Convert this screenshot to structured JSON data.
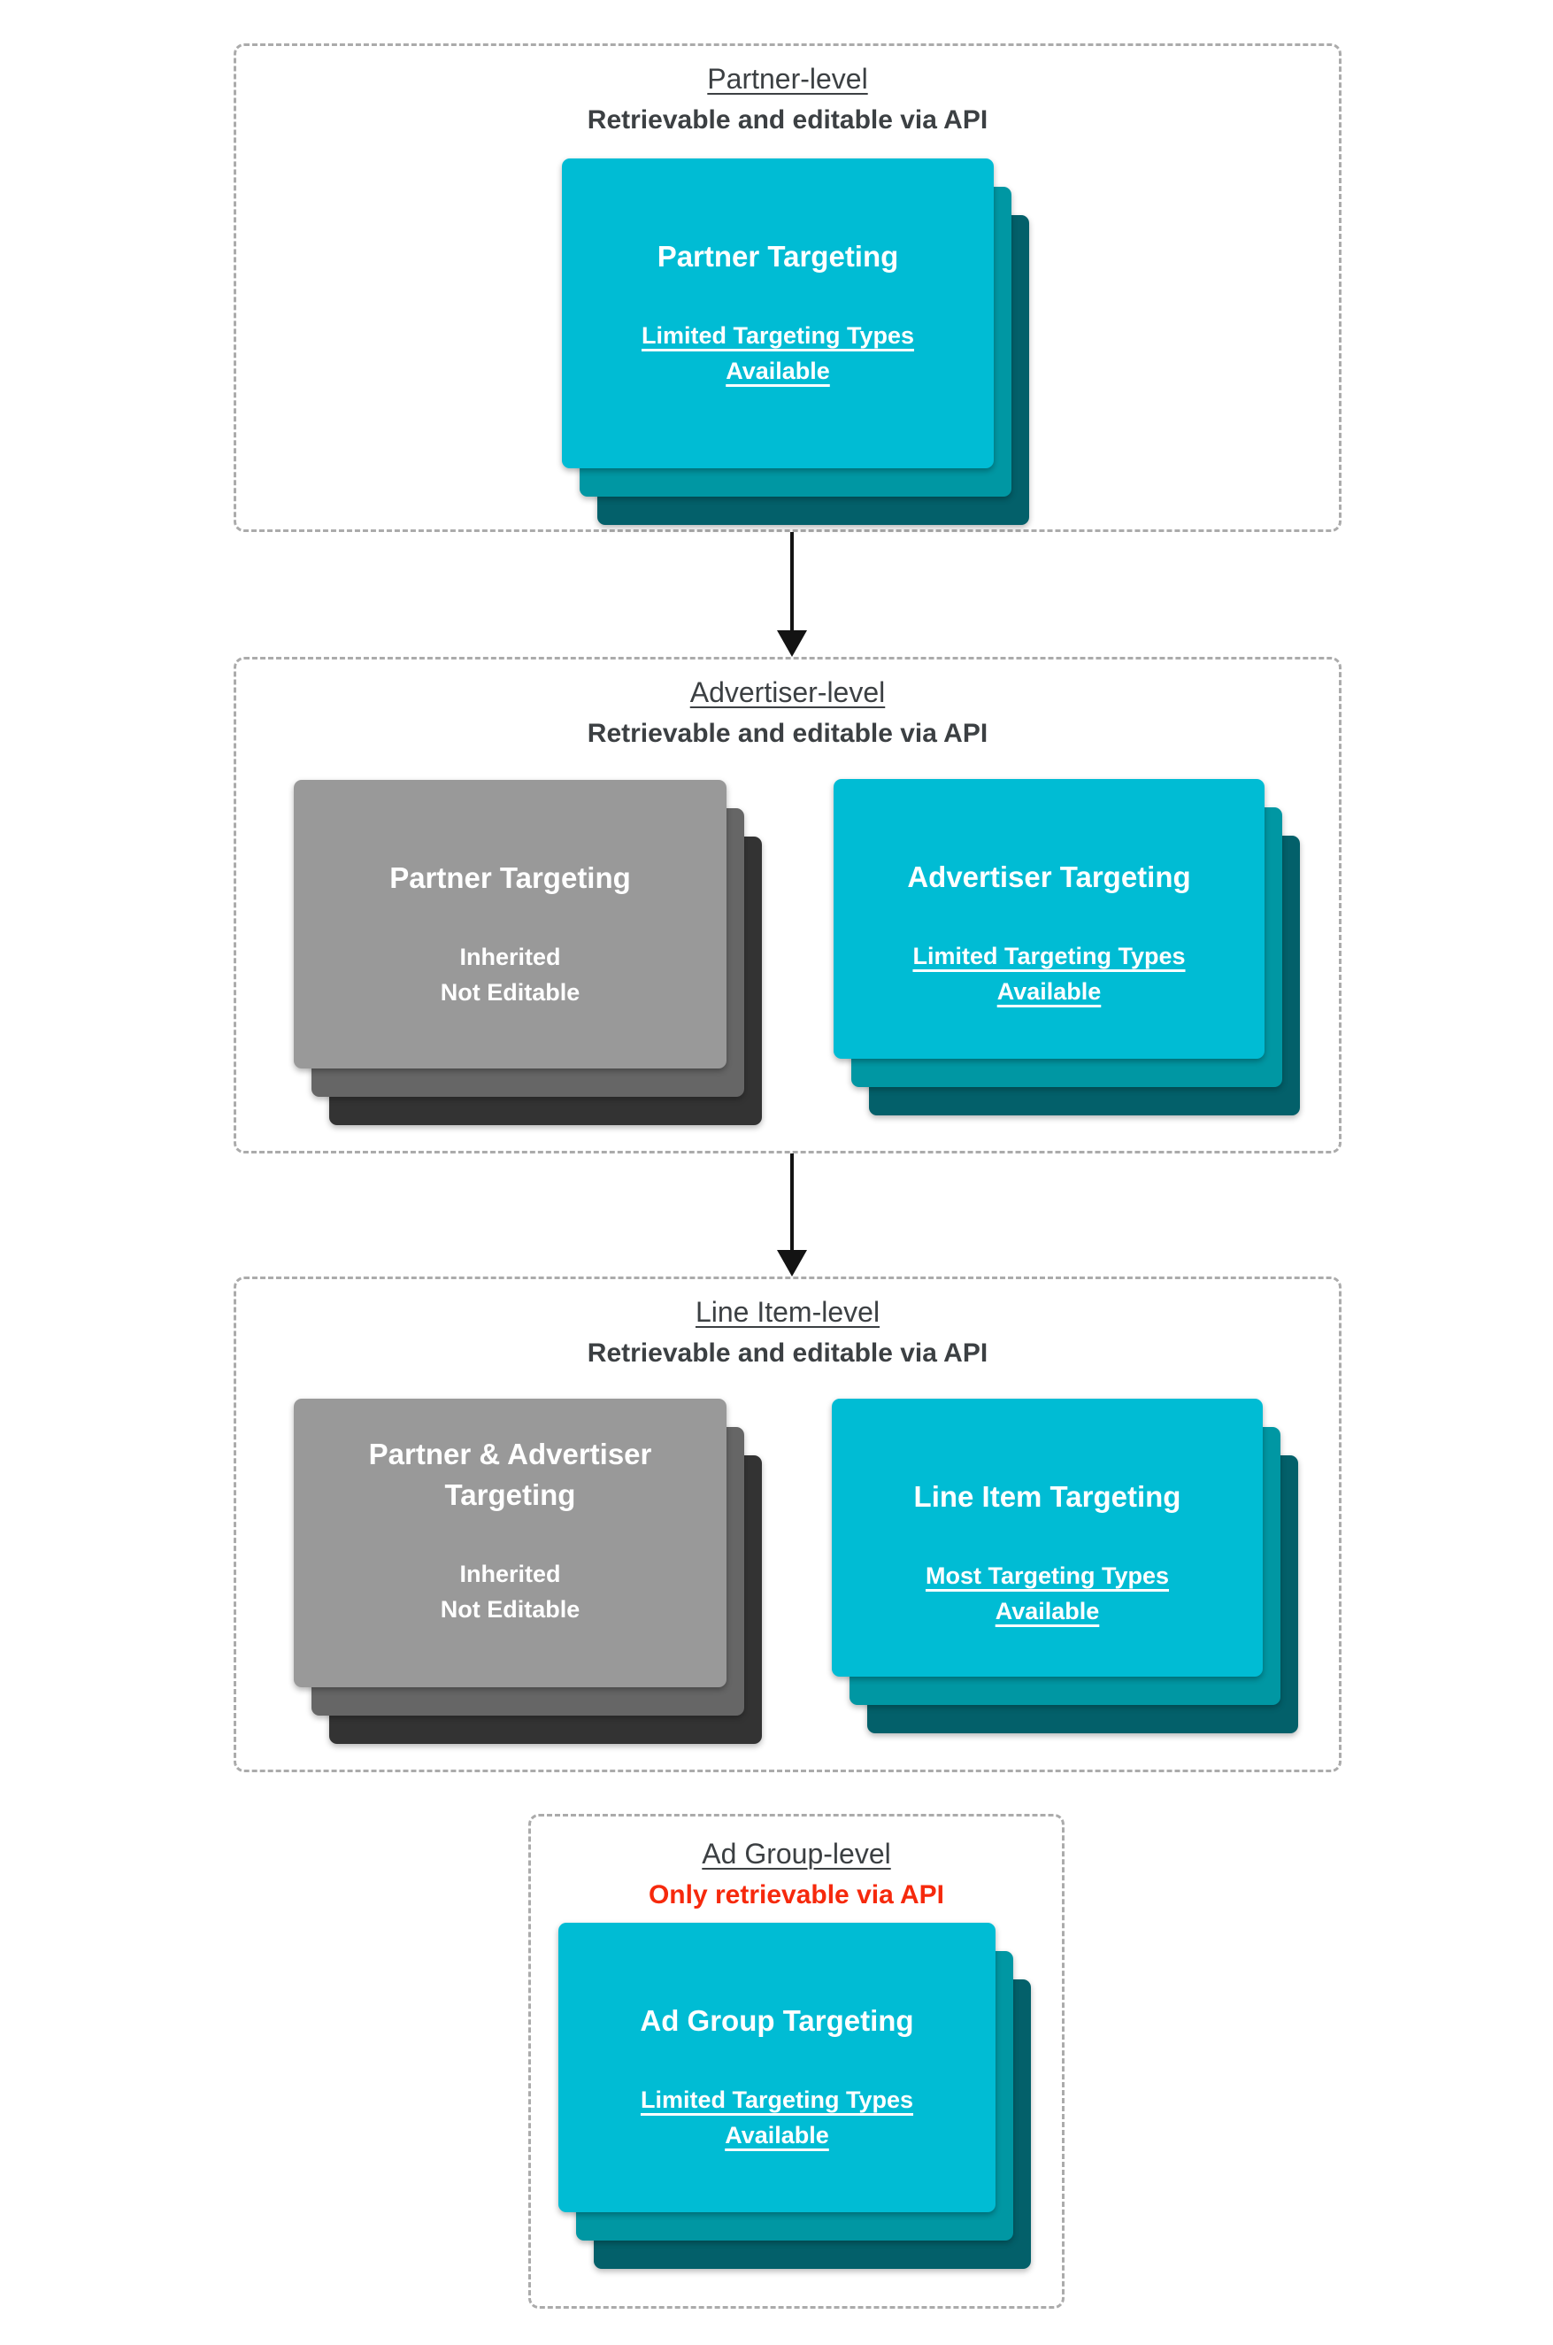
{
  "colors": {
    "background": "#FFFFFF",
    "heading": "#3C4043",
    "red_warning": "#F6290C",
    "teal_card": "#00BCD4",
    "teal_layer_mid": "#0097A3",
    "teal_layer_dark": "#03606A",
    "gray_card": "#999999",
    "gray_layer_mid": "#666666",
    "gray_layer_dark": "#333333",
    "card_text": "#FFFFFF",
    "dashed_border": "#ABABAB",
    "arrow": "#131313"
  },
  "sections": [
    {
      "name": "partner-level",
      "title": "Partner-level",
      "subtitle": "Retrievable and editable via API",
      "cards": [
        {
          "name": "partner-targeting",
          "variant": "teal",
          "title_lines": [
            "Partner Targeting"
          ],
          "subtitle_lines": [
            "Limited Targeting Types",
            "Available"
          ],
          "subtitle_underlined": true
        }
      ]
    },
    {
      "name": "advertiser-level",
      "title": "Advertiser-level",
      "subtitle": "Retrievable and editable via API",
      "cards": [
        {
          "name": "partner-targeting-inherited",
          "variant": "gray",
          "title_lines": [
            "Partner Targeting"
          ],
          "subtitle_lines": [
            "Inherited",
            "Not Editable"
          ],
          "subtitle_underlined": false
        },
        {
          "name": "advertiser-targeting",
          "variant": "teal",
          "title_lines": [
            "Advertiser Targeting"
          ],
          "subtitle_lines": [
            "Limited Targeting Types",
            "Available"
          ],
          "subtitle_underlined": true
        }
      ]
    },
    {
      "name": "line-item-level",
      "title": "Line Item-level",
      "subtitle": "Retrievable and editable via API",
      "cards": [
        {
          "name": "partner-advertiser-targeting-inherited",
          "variant": "gray",
          "title_lines": [
            "Partner & Advertiser",
            "Targeting"
          ],
          "subtitle_lines": [
            "Inherited",
            "Not Editable"
          ],
          "subtitle_underlined": false
        },
        {
          "name": "line-item-targeting",
          "variant": "teal",
          "title_lines": [
            "Line Item Targeting"
          ],
          "subtitle_lines": [
            "Most Targeting Types",
            "Available"
          ],
          "subtitle_underlined": true
        }
      ]
    },
    {
      "name": "ad-group-level",
      "title": "Ad Group-level",
      "subtitle": "Only retrievable via API",
      "subtitle_warning": true,
      "cards": [
        {
          "name": "ad-group-targeting",
          "variant": "teal",
          "title_lines": [
            "Ad Group Targeting"
          ],
          "subtitle_lines": [
            "Limited Targeting Types",
            "Available"
          ],
          "subtitle_underlined": true
        }
      ]
    }
  ],
  "arrows": [
    {
      "name": "partner-to-advertiser"
    },
    {
      "name": "advertiser-to-line-item"
    }
  ]
}
